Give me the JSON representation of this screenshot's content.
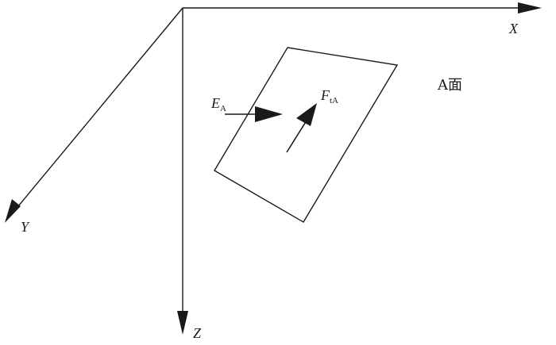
{
  "axes": {
    "x_label": "X",
    "y_label": "Y",
    "z_label": "Z"
  },
  "plane": {
    "label": "A面"
  },
  "vectors": {
    "e": {
      "symbol": "E",
      "subscript": "A"
    },
    "f": {
      "symbol": "F",
      "subscript": "tA"
    }
  },
  "colors": {
    "stroke": "#1a1a1a",
    "background": "#ffffff"
  }
}
